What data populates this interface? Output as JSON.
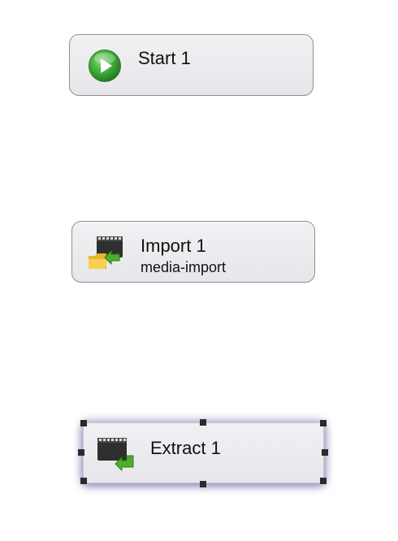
{
  "canvas": {
    "nodes": [
      {
        "id": "start",
        "title": "Start 1",
        "subtitle": "",
        "icon": "play-icon",
        "selected": false
      },
      {
        "id": "import",
        "title": "Import 1",
        "subtitle": "media-import",
        "icon": "film-folder-import-icon",
        "selected": false
      },
      {
        "id": "extract",
        "title": "Extract 1",
        "subtitle": "",
        "icon": "film-extract-icon",
        "selected": true
      }
    ]
  },
  "colors": {
    "node_fill": "#ececef",
    "node_border": "#8e8e8e",
    "selection_glow": "#7873af",
    "play_green": "#3fae3a",
    "arrow_green": "#4caf2c",
    "folder_yellow": "#f2c53d",
    "handle": "#2b2b2b"
  }
}
